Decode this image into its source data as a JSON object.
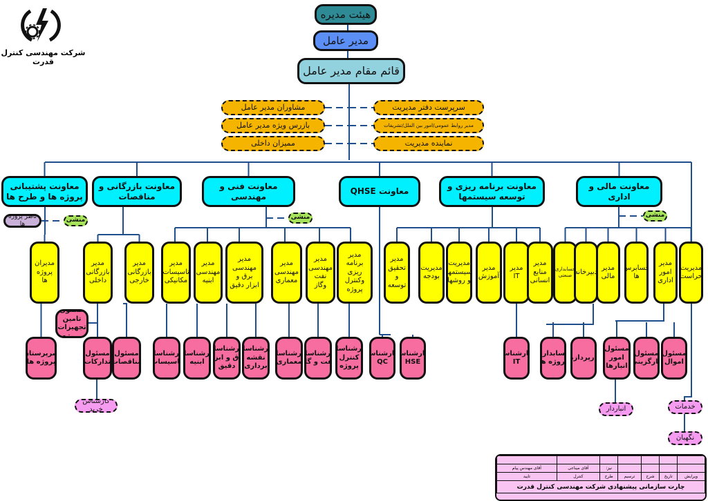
{
  "company": {
    "name": "شرکت مهندسی کنترل قدرت",
    "logo_icon": "lightning-gear-logo-icon"
  },
  "colors": {
    "board": "#2e8b95",
    "ceo": "#5b8ff5",
    "deputy": "#92d2de",
    "staff": "#f5b400",
    "vp": "#00f0ff",
    "manager": "#ffff00",
    "expert": "#f76da0",
    "sub": "#f59cf0",
    "secretary": "#a6e35a",
    "observer": "#c9b0d8",
    "line": "#1f4e8c"
  },
  "top": {
    "board": "هیئت مدیره",
    "ceo": "مدیر عامل",
    "deputy_ceo": "قائم مقام مدیر عامل"
  },
  "staff_left": [
    "مشاوران مدیر عامل",
    "بازرس ویژه مدیر عامل",
    "ممیزان داخلی"
  ],
  "staff_right": [
    "سرپرست دفتر مدیریت",
    "مدیر روابط عمومی/امور بین الملل/تشریفات",
    "نماینده مدیریت"
  ],
  "vps": [
    "معاونت پشتیبانی پروژه ها و طرح ها",
    "معاونت بازرگانی و مناقصات",
    "معاونت فنی و مهندسی",
    "معاونت QHSE",
    "معاونت برنامه ریزی و توسعه سیستمها",
    "معاونت مالی و اداری"
  ],
  "secretary_label": "منشی",
  "observer_label": "ناظر پروژه ها",
  "managers": {
    "support": [
      "مدیران پروژه ها"
    ],
    "commerce": [
      "مدیر بازرگانی داخلی",
      "مدیر بازرگانی خارجی"
    ],
    "technical": [
      "مدیر تاسیسات مکانیکی",
      "مدیر مهندسی ابنیه",
      "مدیر مهندسی برق و ابزار دقیق",
      "مدیر مهندسی معماری",
      "مدیر مهندسی نفت وگاز",
      "مدیر برنامه ریزی وکنترل پروژه"
    ],
    "planning": [
      "مدیر تحقیق و توسعه",
      "مدیریت بودجه",
      "مدیریت سیستمها و روشها",
      "مدیر آموزش",
      "مدیر IT",
      "مدیر منابع انسانی"
    ],
    "finance": [
      "حسابداری صنعتی",
      "دبیرخانه",
      "مدیر مالی",
      "حسابرس ها",
      "مدیر امور اداری",
      "مدیریت حراست"
    ]
  },
  "experts": {
    "procurement_equipment": "مسئول تامین تجهیزات پروژه",
    "project_supervisors": "سرپرستان پروژه ها",
    "procurement": "مسئول تدارکات",
    "tenders": "مسئول مناقصات",
    "technical": [
      "کارشناسان تاسیسات",
      "کارشناسان ابنیه",
      "کارشناسان برق و ابزار دقیق",
      "کارشناسان نقشه برداری",
      "کارشناسان معماری",
      "کارشناسان نفت و گاز",
      "کارشناسان کنترل پروژه"
    ],
    "qhse": [
      "کارشناس QC",
      "کارشناس HSE"
    ],
    "it": "کارشناس IT",
    "finance": [
      "حسابداری پروژه ها",
      "کارپردازها",
      "مسئول امور انبارها",
      "مسئول کارگزینی",
      "مسئول اموال"
    ]
  },
  "sub": {
    "buyer": "کارشناس خرید",
    "storekeeper": "انباردار",
    "services": "خدمات",
    "guard": "نگهبان"
  },
  "titleblock": {
    "row_names": [
      "آقای مهندس پیام",
      "آقای میناعی",
      "نیز:",
      "",
      "",
      "",
      ""
    ],
    "row_headers": [
      "تایید",
      "کنترل",
      "طرح",
      "ترسیم",
      "شرح",
      "تاریخ",
      "ویرایش"
    ],
    "caption": "چارت سازمانی پیشنهادی شرکت مهندسی کنترل قدرت"
  }
}
